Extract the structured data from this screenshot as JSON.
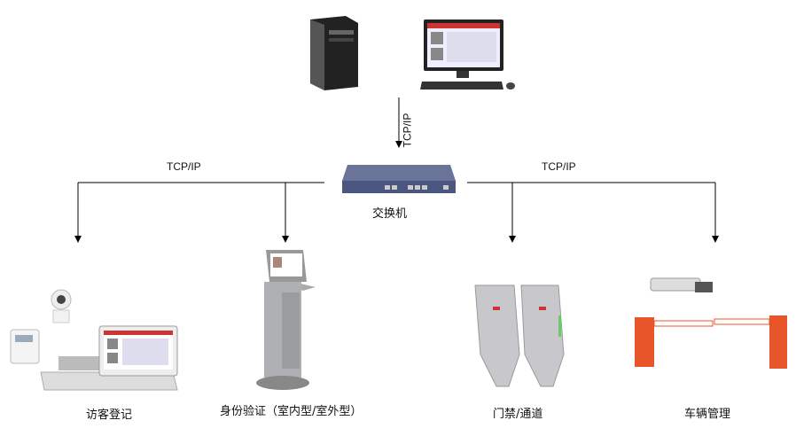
{
  "connections": {
    "left_protocol": "TCP/IP",
    "right_protocol": "TCP/IP",
    "top_protocol": "TCP/IP"
  },
  "hub": {
    "label": "交换机"
  },
  "devices": [
    {
      "label": "访客登记"
    },
    {
      "label": "身份验证（室内型/室外型）"
    },
    {
      "label": "门禁/通道"
    },
    {
      "label": "车辆管理"
    }
  ],
  "colors": {
    "line": "#000000",
    "barrier": "#e8552a",
    "switch": "#4a5580"
  }
}
